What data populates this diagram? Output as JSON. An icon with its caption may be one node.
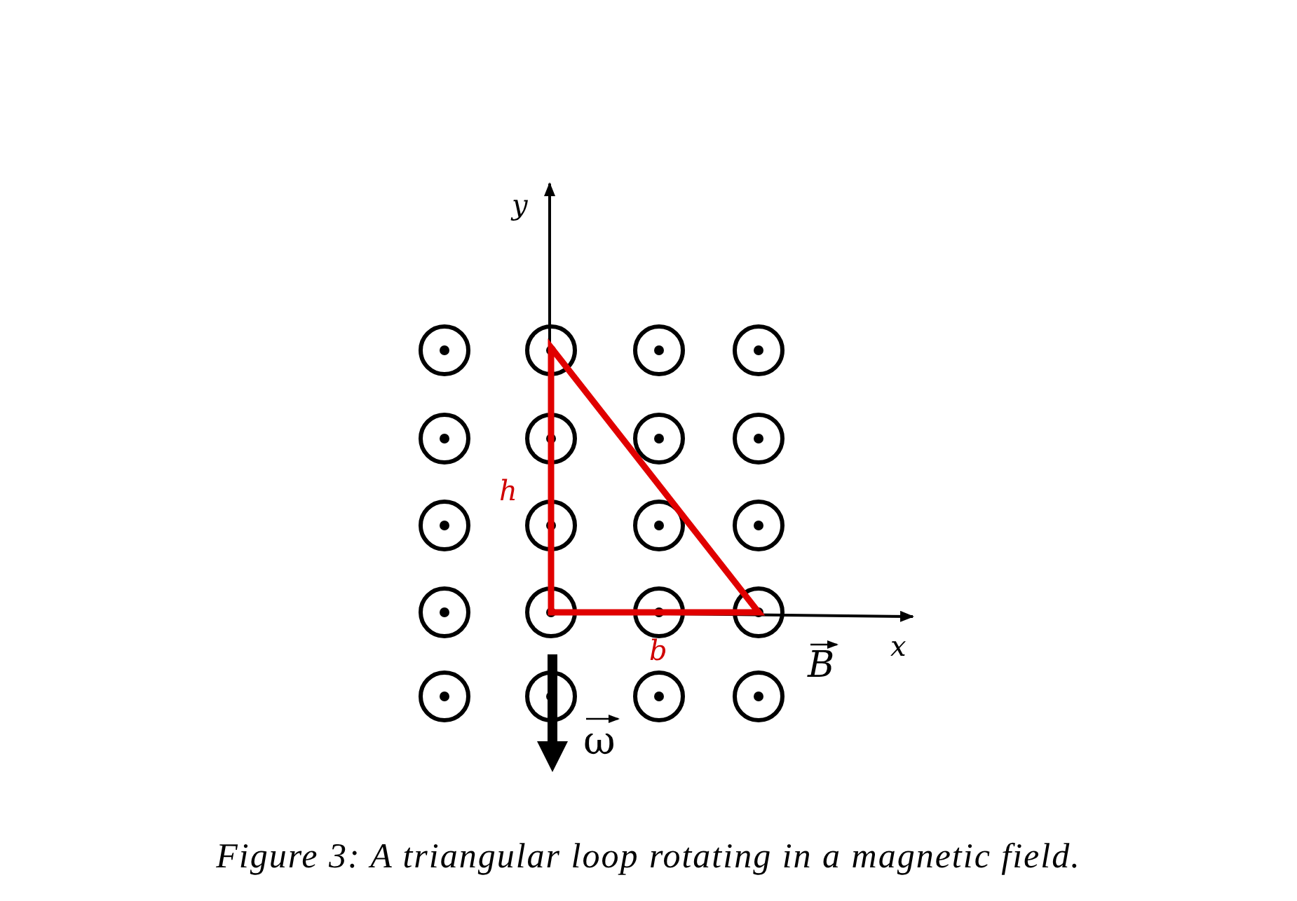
{
  "diagram": {
    "caption": "Figure 3: A triangular loop rotating in a magnetic field.",
    "labels": [
      "y",
      "h",
      "x",
      "b",
      "B",
      "ω"
    ]
  }
}
